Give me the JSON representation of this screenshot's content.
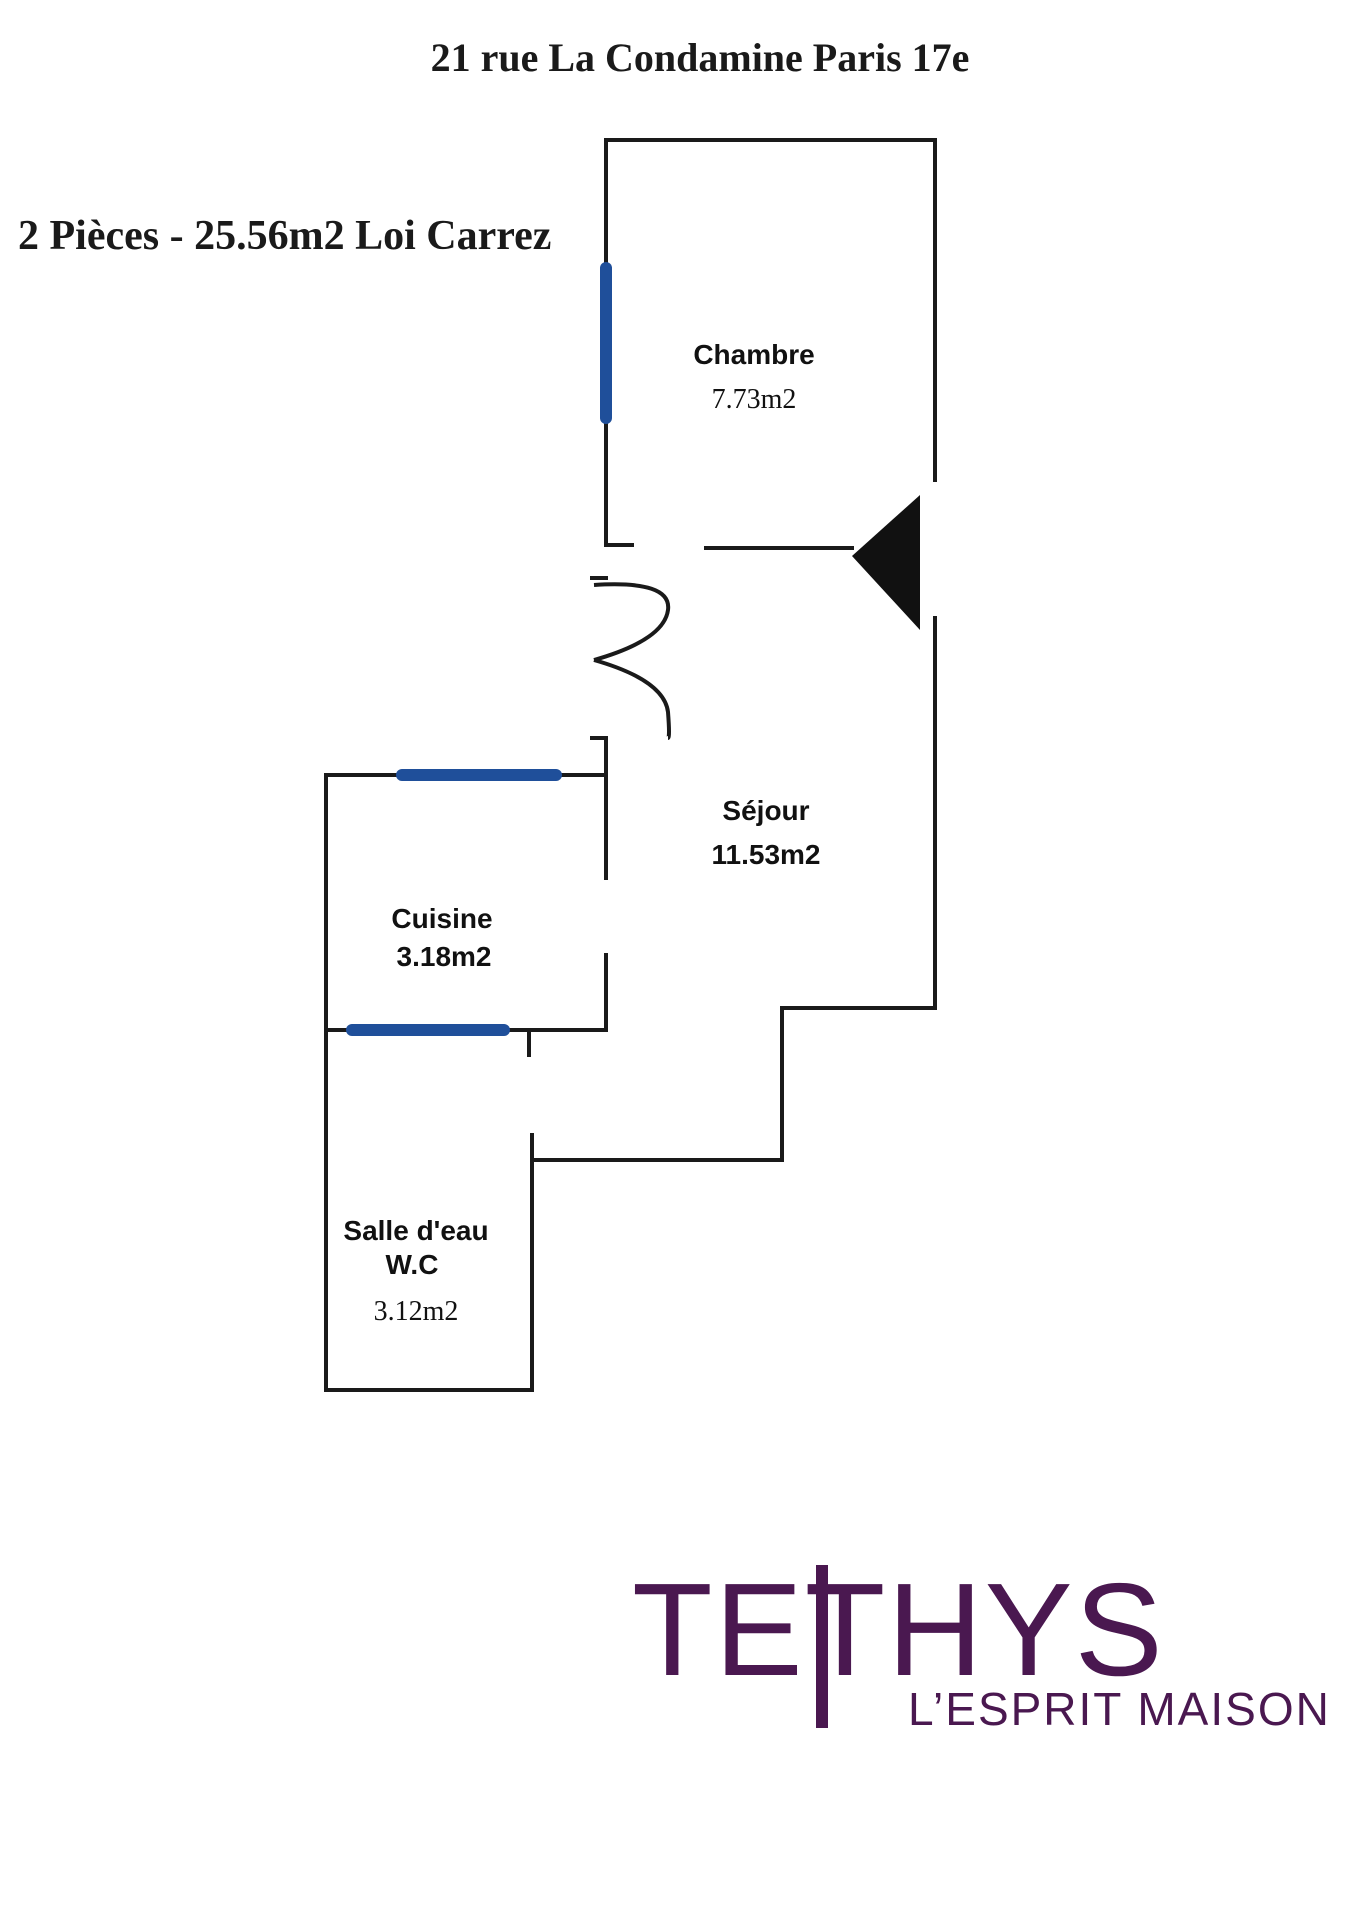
{
  "header": {
    "address": "21 rue La Condamine Paris 17e",
    "summary": "2 Pièces - 25.56m2 Loi Carrez"
  },
  "rooms": {
    "chambre": {
      "name": "Chambre",
      "area": "7.73m2"
    },
    "sejour": {
      "name": "Séjour",
      "area": "11.53m2"
    },
    "cuisine": {
      "name": "Cuisine",
      "area": "3.18m2"
    },
    "salle_eau": {
      "name": "Salle d'eau",
      "name2": "W.C",
      "area": "3.12m2"
    }
  },
  "brand": {
    "name": "TETHYS",
    "tagline": "L’ESPRIT MAISON"
  },
  "colors": {
    "wall": "#1a1a1a",
    "window": "#1f4f9a",
    "brand": "#4a1850"
  }
}
